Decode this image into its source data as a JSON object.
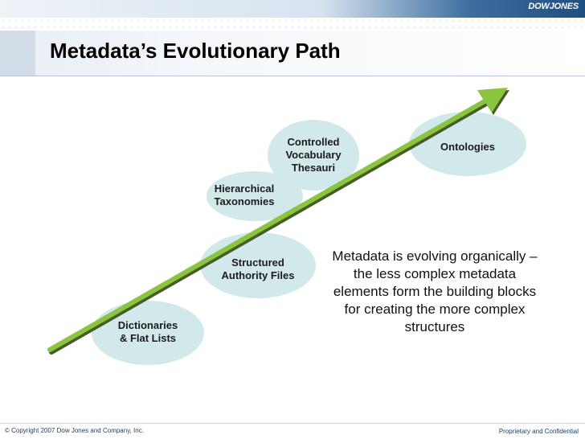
{
  "header": {
    "logo_text": "DOWJONES",
    "title": "Metadata’s Evolutionary Path"
  },
  "diagram": {
    "nodes": {
      "dictionaries": "Dictionaries\n& Flat Lists",
      "structured": "Structured\nAuthority Files",
      "hierarchical": "Hierarchical\nTaxonomies",
      "controlled": "Controlled\nVocabulary\nThesauri",
      "ontologies": "Ontologies"
    },
    "description": "Metadata is evolving organically – the less complex metadata elements form the building blocks for creating the more complex structures"
  },
  "footer": {
    "copyright": "© Copyright 2007 Dow Jones and Company, Inc.",
    "notice": "Proprietary and Confidential"
  },
  "colors": {
    "ellipse_fill": "#d2e9ec",
    "arrow_green": "#8bc53f",
    "arrow_shadow": "#4a5b2a"
  }
}
